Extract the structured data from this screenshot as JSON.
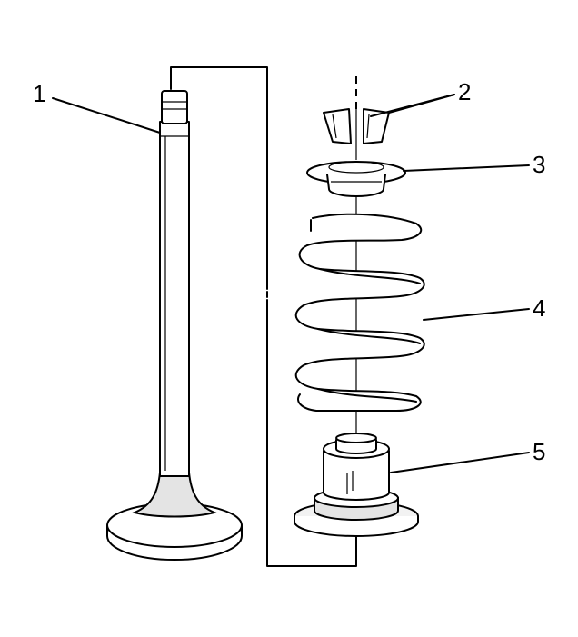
{
  "callouts": [
    {
      "id": "1",
      "part": "valve-stem"
    },
    {
      "id": "2",
      "part": "valve-keepers"
    },
    {
      "id": "3",
      "part": "spring-retainer"
    },
    {
      "id": "4",
      "part": "valve-spring"
    },
    {
      "id": "5",
      "part": "valve-stem-seal"
    }
  ],
  "colors": {
    "line": "#000000",
    "background": "#ffffff",
    "shade": "#e4e4e4"
  }
}
